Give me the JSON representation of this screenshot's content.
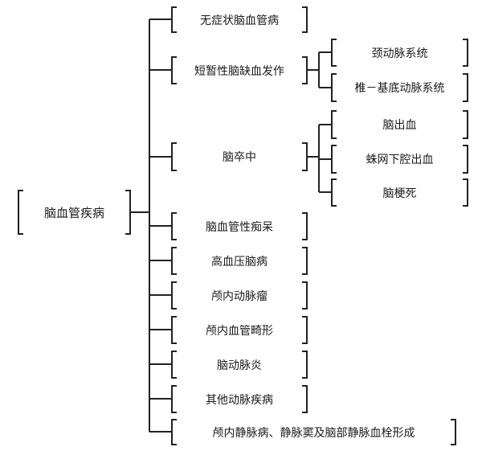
{
  "root": {
    "label": "脑血管疾病"
  },
  "children": [
    {
      "label": "无症状脑血管病"
    },
    {
      "label": "短暂性脑缺血发作",
      "children": [
        {
          "label": "颈动脉系统"
        },
        {
          "label": "椎－基底动脉系统"
        }
      ]
    },
    {
      "label": "脑卒中",
      "children": [
        {
          "label": "脑出血"
        },
        {
          "label": "蛛网下腔出血"
        },
        {
          "label": "脑梗死"
        }
      ]
    },
    {
      "label": "脑血管性痴呆"
    },
    {
      "label": "高血压脑病"
    },
    {
      "label": "颅内动脉瘤"
    },
    {
      "label": "颅内血管畸形"
    },
    {
      "label": "脑动脉炎"
    },
    {
      "label": "其他动脉疾病"
    },
    {
      "label": "颅内静脉病、静脉窦及脑部静脉血栓形成"
    }
  ]
}
